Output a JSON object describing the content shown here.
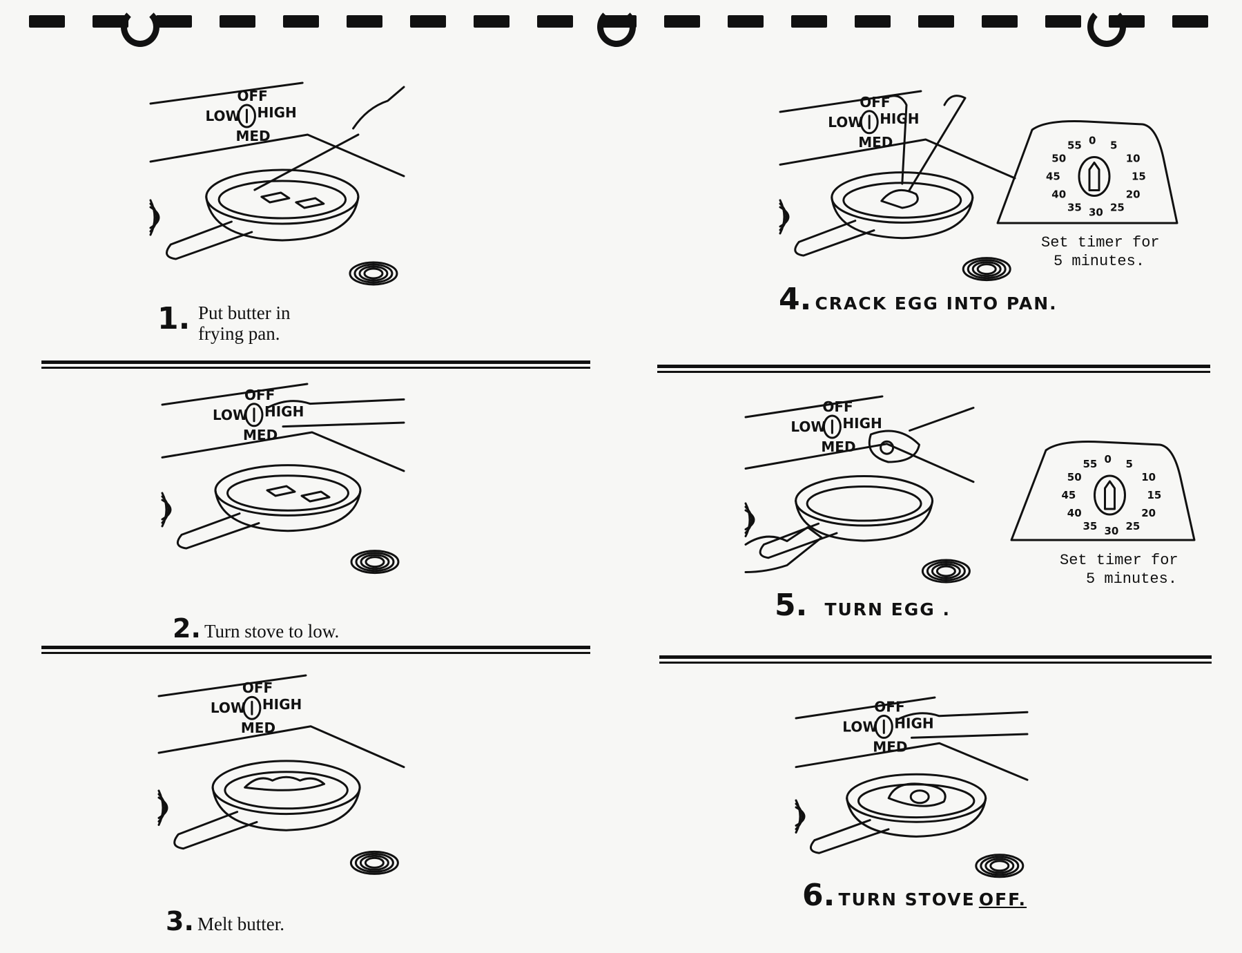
{
  "stove_dial": {
    "off": "OFF",
    "low": "LOW",
    "high": "HIGH",
    "med": "MED"
  },
  "timer_dial": [
    "0",
    "5",
    "10",
    "15",
    "20",
    "25",
    "30",
    "35",
    "40",
    "45",
    "50",
    "55"
  ],
  "steps": [
    {
      "number": "1.",
      "line1": "Put butter in",
      "line2": "frying pan."
    },
    {
      "number": "2.",
      "text": "Turn stove to low."
    },
    {
      "number": "3.",
      "text": "Melt butter."
    },
    {
      "number": "4.",
      "text": "CRACK EGG INTO PAN.",
      "timer_line1": "Set timer for",
      "timer_line2": "5 minutes."
    },
    {
      "number": "5.",
      "text": "TURN EGG .",
      "timer_line1": "Set timer for",
      "timer_line2": "5 minutes."
    },
    {
      "number": "6.",
      "text": "TURN STOVE",
      "emphasis": "OFF."
    }
  ]
}
